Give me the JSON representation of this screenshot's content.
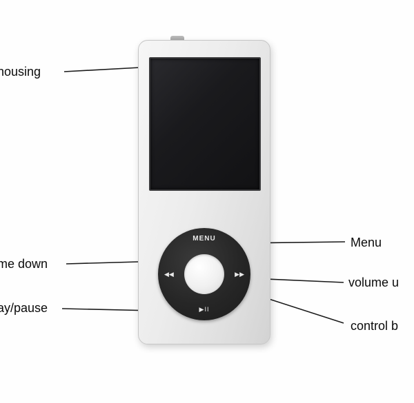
{
  "figure": {
    "type": "labeled-product-diagram",
    "subject": "MP3 player with click wheel"
  },
  "device": {
    "wheel": {
      "menu_label": "MENU",
      "rewind_icon": "◀◀",
      "forward_icon": "▶▶",
      "play_pause_icon": "▶II"
    }
  },
  "callouts": {
    "housing": "housing",
    "volume_down": "me down",
    "play_pause": "ay/pause",
    "menu": "Menu",
    "volume_up": "volume u",
    "control_button": "control b"
  },
  "colors": {
    "background": "#ffffff",
    "device_body": "#ececec",
    "screen": "#1a1a1d",
    "wheel": "#262626",
    "center_button": "#f0f0f0",
    "label_text": "#0a0a0a",
    "line": "#1a1a1a"
  }
}
